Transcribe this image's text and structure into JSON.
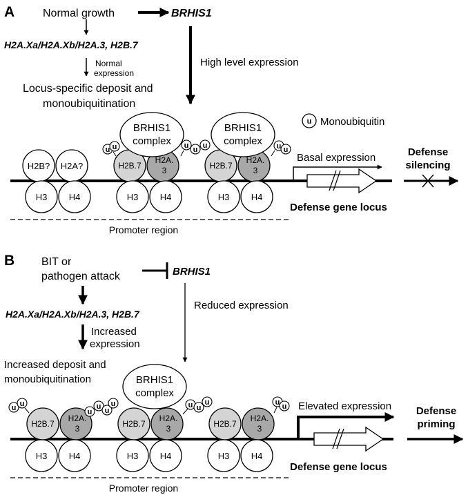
{
  "panelA": {
    "label": "A",
    "normal_growth": "Normal growth",
    "brhis1": "BRHIS1",
    "histone_genes": "H2A.Xa/H2A.Xb/H2A.3, H2B.7",
    "normal_expr_1": "Normal",
    "normal_expr_2": "expression",
    "deposit_1": "Locus-specific deposit and",
    "deposit_2": "monoubiquitination",
    "high_level": "High level expression",
    "legend_u": "u",
    "legend_text": "Monoubiquitin",
    "complex_1": "BRHIS1",
    "complex_2": "complex",
    "h2b_q": "H2B?",
    "h2a_q": "H2A?",
    "h2b7": "H2B.7",
    "h2a3_1": "H2A.",
    "h2a3_2": "3",
    "h3": "H3",
    "h4": "H4",
    "u": "u",
    "basal": "Basal expression",
    "defense_1": "Defense",
    "defense_2": "silencing",
    "locus": "Defense gene locus",
    "promoter": "Promoter region"
  },
  "panelB": {
    "label": "B",
    "bit_1": "BIT or",
    "bit_2": "pathogen attack",
    "brhis1": "BRHIS1",
    "reduced": "Reduced expression",
    "histone_genes": "H2A.Xa/H2A.Xb/H2A.3, H2B.7",
    "increased_1": "Increased",
    "increased_2": "expression",
    "deposit_1": "Increased deposit and",
    "deposit_2": "monoubiquitination",
    "complex_1": "BRHIS1",
    "complex_2": "complex",
    "h2b7": "H2B.7",
    "h2a3_1": "H2A.",
    "h2a3_2": "3",
    "h3": "H3",
    "h4": "H4",
    "u": "u",
    "elevated": "Elevated expression",
    "defense_1": "Defense",
    "defense_2": "priming",
    "locus": "Defense gene locus",
    "promoter": "Promoter region"
  },
  "colors": {
    "h2b_fill": "#d4d4d4",
    "h2a_fill": "#a8a8a8",
    "white": "#ffffff",
    "line": "#000000"
  }
}
